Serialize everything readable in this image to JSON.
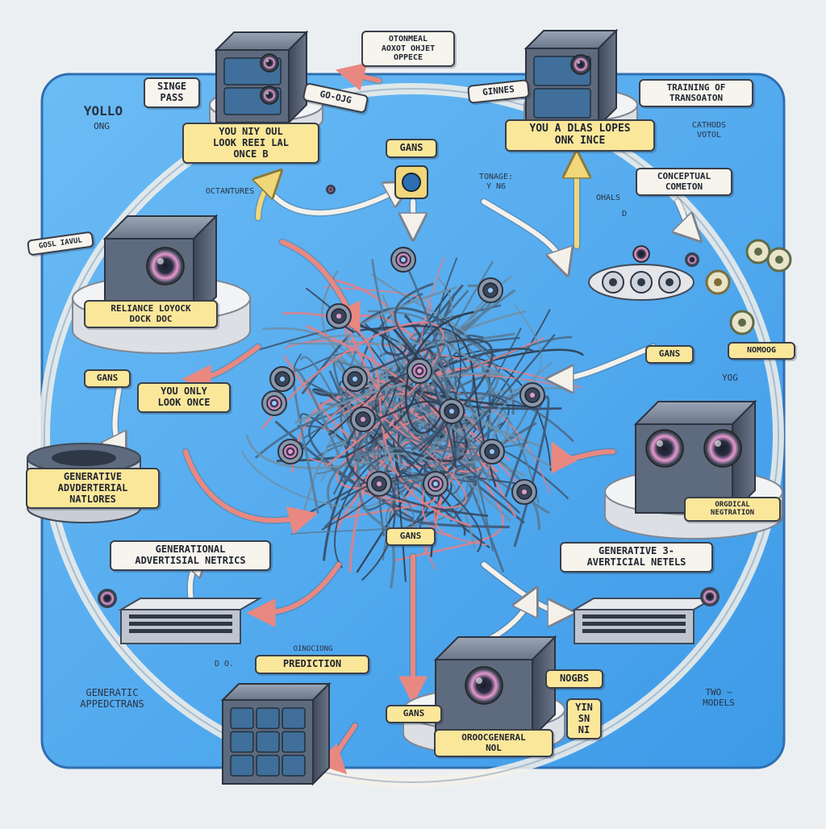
{
  "labels": {
    "top_center": "OTONMEAL\nAOXOT OHJET\nOPPECE",
    "single_pass": "SINGE\nPASS",
    "gans_curve": "GO-OJG",
    "gmnes": "GINNES",
    "you_only_look_top": "YOU NIY OUL\nLOOK REEI LAL\nONCE B",
    "gans_hub": "GANS",
    "you_a_dlas": "YOU A DLAS LOPES\nONK INCE",
    "training": "TRAINING OF\nTRANSOATON",
    "conceptual": "CONCEPTUAL\nCOMETON",
    "reliance": "RELIANCE LOYOCK\nDOCK DOC",
    "left_top_small": "GOSL IAVUL",
    "gans_left": "GANS",
    "you_only_look_mid": "YOU ONLY\nLOOK ONCE",
    "gans_right": "GANS",
    "gans_center": "GANS",
    "generative_left": "GENERATIVE\nADVDERTERIAL\nNATLORES",
    "generational": "GENERATIONAL\nADVERTISIAL NETRICS",
    "generative_right": "GENERATIVE 3-\nAVERTICIAL NETELS",
    "predicting": "PREDICTION",
    "gans_bottom": "GANS",
    "nogbs": "NOGBS",
    "oroocgeneral": "OROOCGENERAL\nNOL",
    "ynsn": "YIN\nSN\nNI",
    "nomoog": "NOMOOG",
    "right_pedestal": "ORGDICAL\nNEGTRATION"
  },
  "texts": {
    "yollo": "YOLLO",
    "onng": "ONG",
    "octantures": "OCTANTURES",
    "tonage": "TONAGE:\nY N6",
    "ohals": "OHALS",
    "d_mark": "D",
    "cathoder": "CATHODS\nVOTOL",
    "yog": "YOG",
    "generatic": "GENERATIC\nAPPEDCTRANS",
    "two_models": "TWO ~\nMODELS",
    "smallcap": "OINOCIONG",
    "doh": "D O."
  },
  "colors": {
    "panel": "#4aa7ee",
    "panel_light": "#7dc4f7",
    "label_fill": "#fbe79a",
    "arrow_red": "#e98880",
    "arrow_yellow": "#f1d67a",
    "wire_dark": "#3a4d66",
    "device": "#5a6678"
  }
}
